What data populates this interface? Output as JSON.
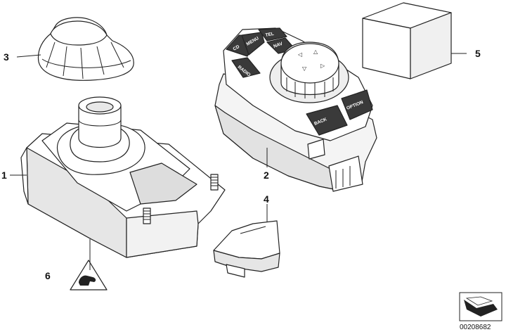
{
  "callouts": {
    "c1": "1",
    "c2": "2",
    "c3": "3",
    "c4": "4",
    "c5": "5",
    "c6": "6"
  },
  "controller_buttons": {
    "cd": "CD",
    "menu": "MENU",
    "tel": "TEL",
    "radio": "RADIO",
    "nav": "NAV",
    "back": "BACK",
    "option": "OPTION"
  },
  "document_number": "00208682",
  "colors": {
    "line": "#222222",
    "part_fill": "#ffffff",
    "part_shade": "#d9d9d9",
    "button_fill": "#3a3a3a"
  },
  "icons": {
    "part_3": "knob-cap",
    "part_1": "controller-housing",
    "part_2": "idrive-controller",
    "part_4": "clip-bracket",
    "part_5": "box-block",
    "part_6": "warning-triangle-hand",
    "corner": "section-arrow-icon"
  }
}
